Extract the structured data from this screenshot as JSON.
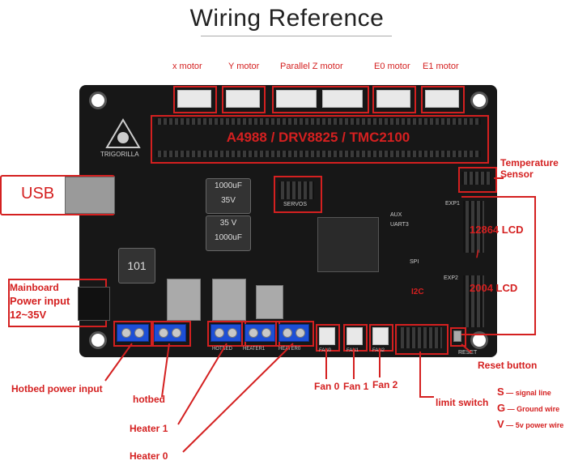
{
  "title": "Wiring Reference",
  "top_labels": {
    "x_motor": "x motor",
    "y_motor": "Y motor",
    "parallel_z": "Parallel Z motor",
    "e0_motor": "E0 motor",
    "e1_motor": "E1 motor"
  },
  "driver_text": "A4988 / DRV8825 / TMC2100",
  "brand": "TRIGORILLA",
  "right_labels": {
    "temp_sensor_line1": "Temperature",
    "temp_sensor_line2": "Sensor",
    "lcd_12864": "12864 LCD",
    "lcd_slash": "/",
    "lcd_2004": "2004 LCD",
    "reset": "Reset button"
  },
  "left_labels": {
    "usb": "USB",
    "mainboard": "Mainboard",
    "power_input": "Power input",
    "voltage": "12~35V"
  },
  "bottom_labels": {
    "hotbed_power": "Hotbed power input",
    "hotbed": "hotbed",
    "heater1": "Heater 1",
    "heater0": "Heater 0",
    "fan0": "Fan 0",
    "fan1": "Fan 1",
    "fan2": "Fan 2",
    "limit_switch": "limit switch"
  },
  "board_text": {
    "servo": "SERVOS",
    "i2c": "I2C",
    "aux": "AUX",
    "uart": "UART3",
    "exp1": "EXP1",
    "exp2": "EXP2",
    "spi": "SPI",
    "reset_small": "RESET",
    "cap_value": "1000uF 35V",
    "cap_value2": "35 V 1000uF",
    "inductor": "101",
    "fan0_small": "FAN0",
    "fan1_small": "FAN1",
    "fan2_small": "FAN2",
    "hotbed_small": "HOTBED",
    "heater1_small": "HEATER1",
    "heater0_small": "HEATER0"
  },
  "legend": {
    "s_key": "S",
    "s_text": "signal line",
    "g_key": "G",
    "g_text": "Ground wire",
    "v_key": "V",
    "v_text": "5v power wire"
  },
  "colors": {
    "accent_red": "#d42020",
    "board": "#171717",
    "terminal_blue": "#1d4fd6"
  }
}
